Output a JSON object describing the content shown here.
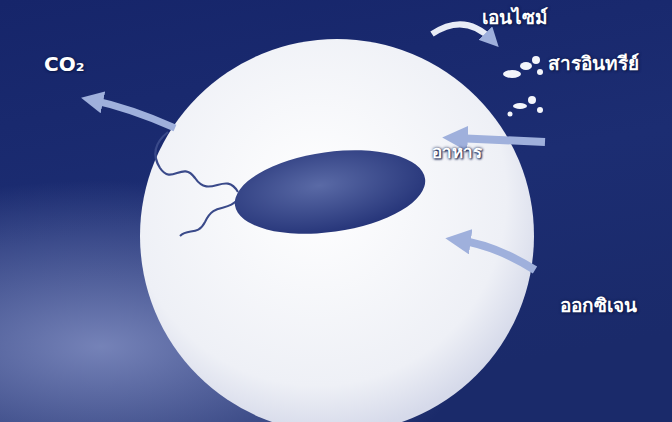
{
  "diagram": {
    "labels": [
      "CO₂",
      "เอนไซม์",
      "สารอินทรีย์",
      "อาหาร",
      "ออกซิเจน"
    ]
  }
}
